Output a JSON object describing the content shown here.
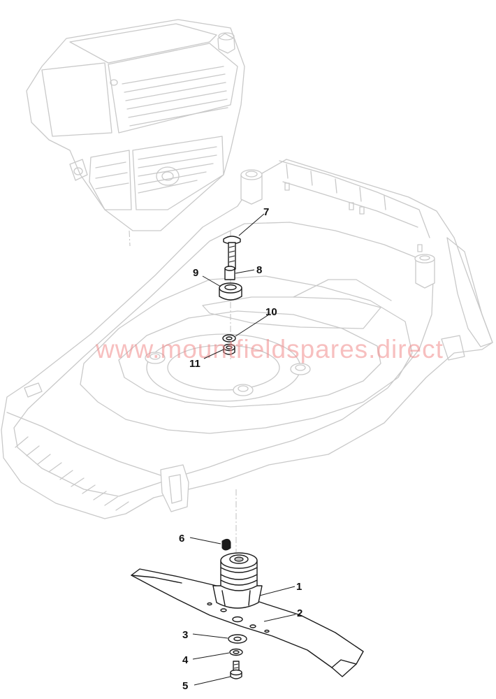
{
  "diagram": {
    "watermark": "www.mountfieldspares.direct",
    "callouts": [
      {
        "id": "1",
        "label": "1"
      },
      {
        "id": "2",
        "label": "2"
      },
      {
        "id": "3",
        "label": "3"
      },
      {
        "id": "4",
        "label": "4"
      },
      {
        "id": "5",
        "label": "5"
      },
      {
        "id": "6",
        "label": "6"
      },
      {
        "id": "7",
        "label": "7"
      },
      {
        "id": "8",
        "label": "8"
      },
      {
        "id": "9",
        "label": "9"
      },
      {
        "id": "10",
        "label": "10"
      },
      {
        "id": "11",
        "label": "11"
      }
    ]
  }
}
